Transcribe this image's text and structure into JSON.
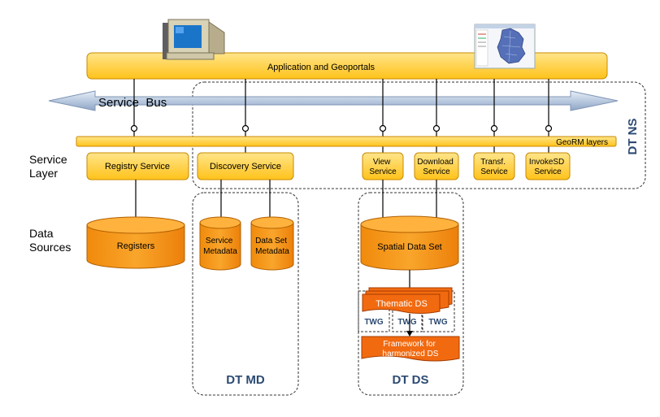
{
  "app_bar": {
    "label": "Application and Geoportals"
  },
  "service_bus": {
    "label": "Service  Bus"
  },
  "georm": {
    "label": "GeoRM layers"
  },
  "sections": {
    "service_layer": [
      "Service",
      "Layer"
    ],
    "data_sources": [
      "Data",
      "Sources"
    ]
  },
  "services": {
    "registry": [
      "Registry Service"
    ],
    "discovery": [
      "Discovery Service"
    ],
    "view": [
      "View",
      "Service"
    ],
    "download": [
      "Download",
      "Service"
    ],
    "transf": [
      "Transf.",
      "Service"
    ],
    "invoke": [
      "InvokeSD",
      "Service"
    ]
  },
  "data_stores": {
    "registers": [
      "Registers"
    ],
    "service_metadata": [
      "Service",
      "Metadata"
    ],
    "dataset_metadata": [
      "Data Set",
      "Metadata"
    ],
    "spatial": [
      "Spatial Data Set"
    ]
  },
  "thematic": {
    "label": "Thematic DS"
  },
  "twg": {
    "labels": [
      "TWG",
      "TWG",
      "TWG"
    ]
  },
  "framework": {
    "lines": [
      "Framework for",
      "harmonized DS"
    ]
  },
  "groups": {
    "ns": "DT NS",
    "md": "DT MD",
    "ds": "DT DS"
  },
  "colors": {
    "box_fill": "#ffcc33",
    "box_stroke": "#c88a00",
    "drum_fill": "#f59a1a",
    "drum_top": "#ffb23d",
    "thematic_fill": "#f26a10",
    "bus_fill": "#c9d6e8",
    "label_blue": "#2c4a73"
  }
}
